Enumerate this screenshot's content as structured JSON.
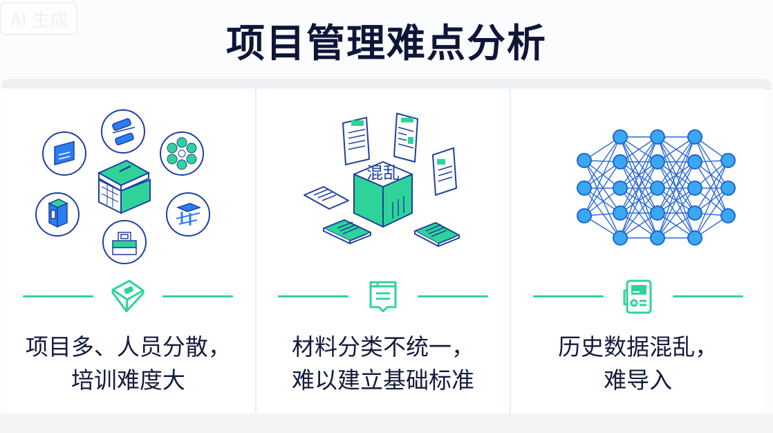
{
  "badge": {
    "label": "AI 生成"
  },
  "header": {
    "title": "项目管理难点分析"
  },
  "colors": {
    "accent_green": "#2fd39a",
    "accent_blue": "#1e58c8",
    "node_blue": "#3aa0ef",
    "title_navy": "#0e1638"
  },
  "panels": [
    {
      "illustration": "project-hub-icons",
      "divider_icon": "box-icon",
      "caption_lines": [
        "项目多、人员分散，",
        "培训难度大"
      ]
    },
    {
      "illustration": "messy-documents-box",
      "illustration_label": "混乱",
      "divider_icon": "document-chat-icon",
      "caption_lines": [
        "材料分类不统一，",
        "难以建立基础标准"
      ]
    },
    {
      "illustration": "neural-network",
      "divider_icon": "data-device-icon",
      "caption_lines": [
        "历史数据混乱，",
        "难导入"
      ]
    }
  ]
}
